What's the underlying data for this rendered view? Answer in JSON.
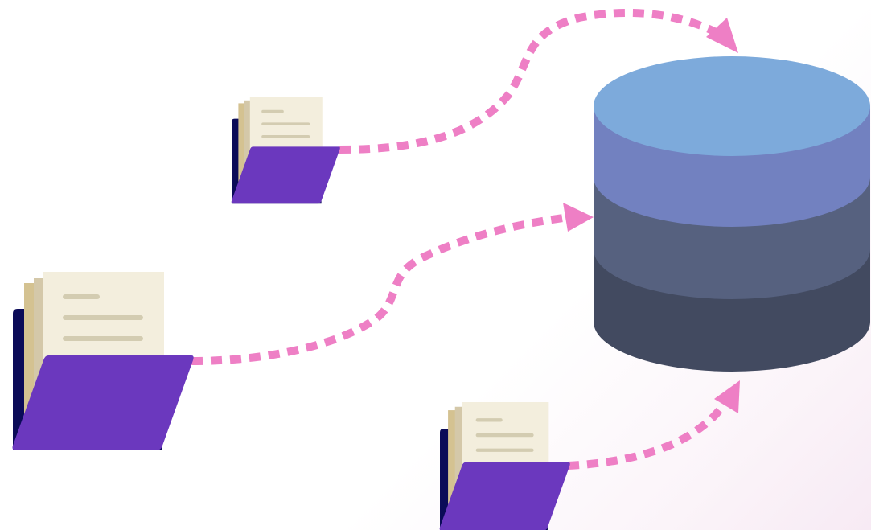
{
  "diagram": {
    "description_hidden": "",
    "colors": {
      "arrow": "#ee7fc5",
      "folder_back": "#0b0b58",
      "folder_front": "#6b38be",
      "paper_front": "#f3eedd",
      "paper_mid": "#d4c8a9",
      "paper_back": "#d4c291",
      "paper_lines": "#d3ccb1",
      "db_top": "#7daadb",
      "db_layer1": "#7281c0",
      "db_layer2": "#56617f",
      "db_layer3": "#424a60"
    },
    "folders": [
      {
        "id": "folder-small-top"
      },
      {
        "id": "folder-large-left"
      },
      {
        "id": "folder-small-bottom"
      }
    ],
    "arrows": [
      {
        "from": "folder-small-top",
        "to": "database"
      },
      {
        "from": "folder-large-left",
        "to": "database"
      },
      {
        "from": "folder-small-bottom",
        "to": "database"
      }
    ],
    "database": {
      "layers": 4
    }
  }
}
